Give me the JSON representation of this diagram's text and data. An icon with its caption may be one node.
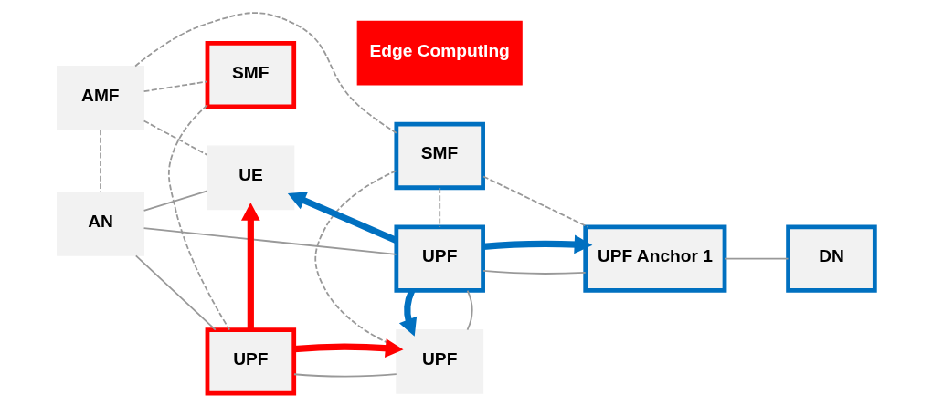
{
  "diagram": {
    "nodes": [
      {
        "text": [
          "AMF"
        ]
      },
      {
        "text": [
          "SMF"
        ]
      },
      {
        "text": [
          "SMF"
        ]
      },
      {
        "text": [
          "UE"
        ]
      },
      {
        "text": [
          "AN"
        ]
      },
      {
        "text": [
          "UPF"
        ]
      },
      {
        "text": [
          "UPF Anchor 1"
        ]
      },
      {
        "text": [
          "DN"
        ]
      },
      {
        "text": [
          "UPF"
        ]
      },
      {
        "text": [
          "UPF"
        ]
      },
      {
        "text": [
          "Edge Computing"
        ]
      }
    ],
    "edges": [
      {
        "from": 0,
        "to": 3,
        "arrow": "none",
        "style": "dashed"
      },
      {
        "from": 0,
        "to": 4,
        "arrow": "none",
        "style": "dashed"
      },
      {
        "from": 0,
        "to": 1,
        "arrow": "none",
        "style": "dashed"
      },
      {
        "from": 0,
        "to": 2,
        "arrow": "none",
        "style": "dashed"
      },
      {
        "from": 1,
        "to": 8,
        "arrow": "none",
        "style": "dashed"
      },
      {
        "from": 2,
        "to": 5,
        "arrow": "none",
        "style": "dashed"
      },
      {
        "from": 2,
        "to": 6,
        "arrow": "none",
        "style": "dashed"
      },
      {
        "from": 2,
        "to": 9,
        "arrow": "none",
        "style": "dashed"
      },
      {
        "from": 3,
        "to": 4,
        "arrow": "none"
      },
      {
        "from": 4,
        "to": 5,
        "arrow": "none"
      },
      {
        "from": 4,
        "to": 8,
        "arrow": "none"
      },
      {
        "from": 5,
        "to": 6,
        "arrow": "none"
      },
      {
        "from": 6,
        "to": 7,
        "arrow": "none"
      },
      {
        "from": 5,
        "to": 9,
        "arrow": "none"
      },
      {
        "from": 8,
        "to": 9,
        "arrow": "none"
      },
      {
        "from": 5,
        "to": 3,
        "arrow": "to",
        "style": "thick",
        "color": "#0070c0"
      },
      {
        "from": 5,
        "to": 6,
        "arrow": "to",
        "style": "thick",
        "color": "#0070c0"
      },
      {
        "from": 5,
        "to": 9,
        "arrow": "to",
        "style": "thick",
        "color": "#0070c0"
      },
      {
        "from": 8,
        "to": 3,
        "arrow": "to",
        "style": "thick",
        "color": "#ff0000"
      },
      {
        "from": 8,
        "to": 9,
        "arrow": "to",
        "style": "thick",
        "color": "#ff0000"
      }
    ]
  }
}
